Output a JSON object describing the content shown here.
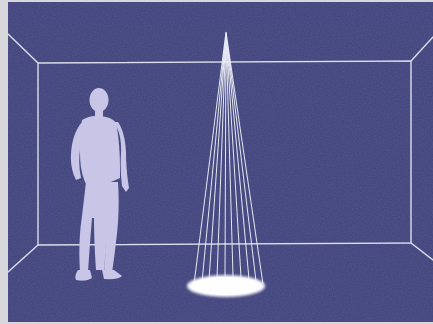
{
  "colors": {
    "background": "#3a3d75",
    "background_noise": "#454884",
    "outline": "#e9ebf5",
    "figure": "#c8c5e6",
    "light_spot": "#f4f4fa",
    "frame": "#d8d8dc"
  },
  "icons": {
    "figure": "person-silhouette",
    "light": "light-beam",
    "spot": "light-spot"
  }
}
